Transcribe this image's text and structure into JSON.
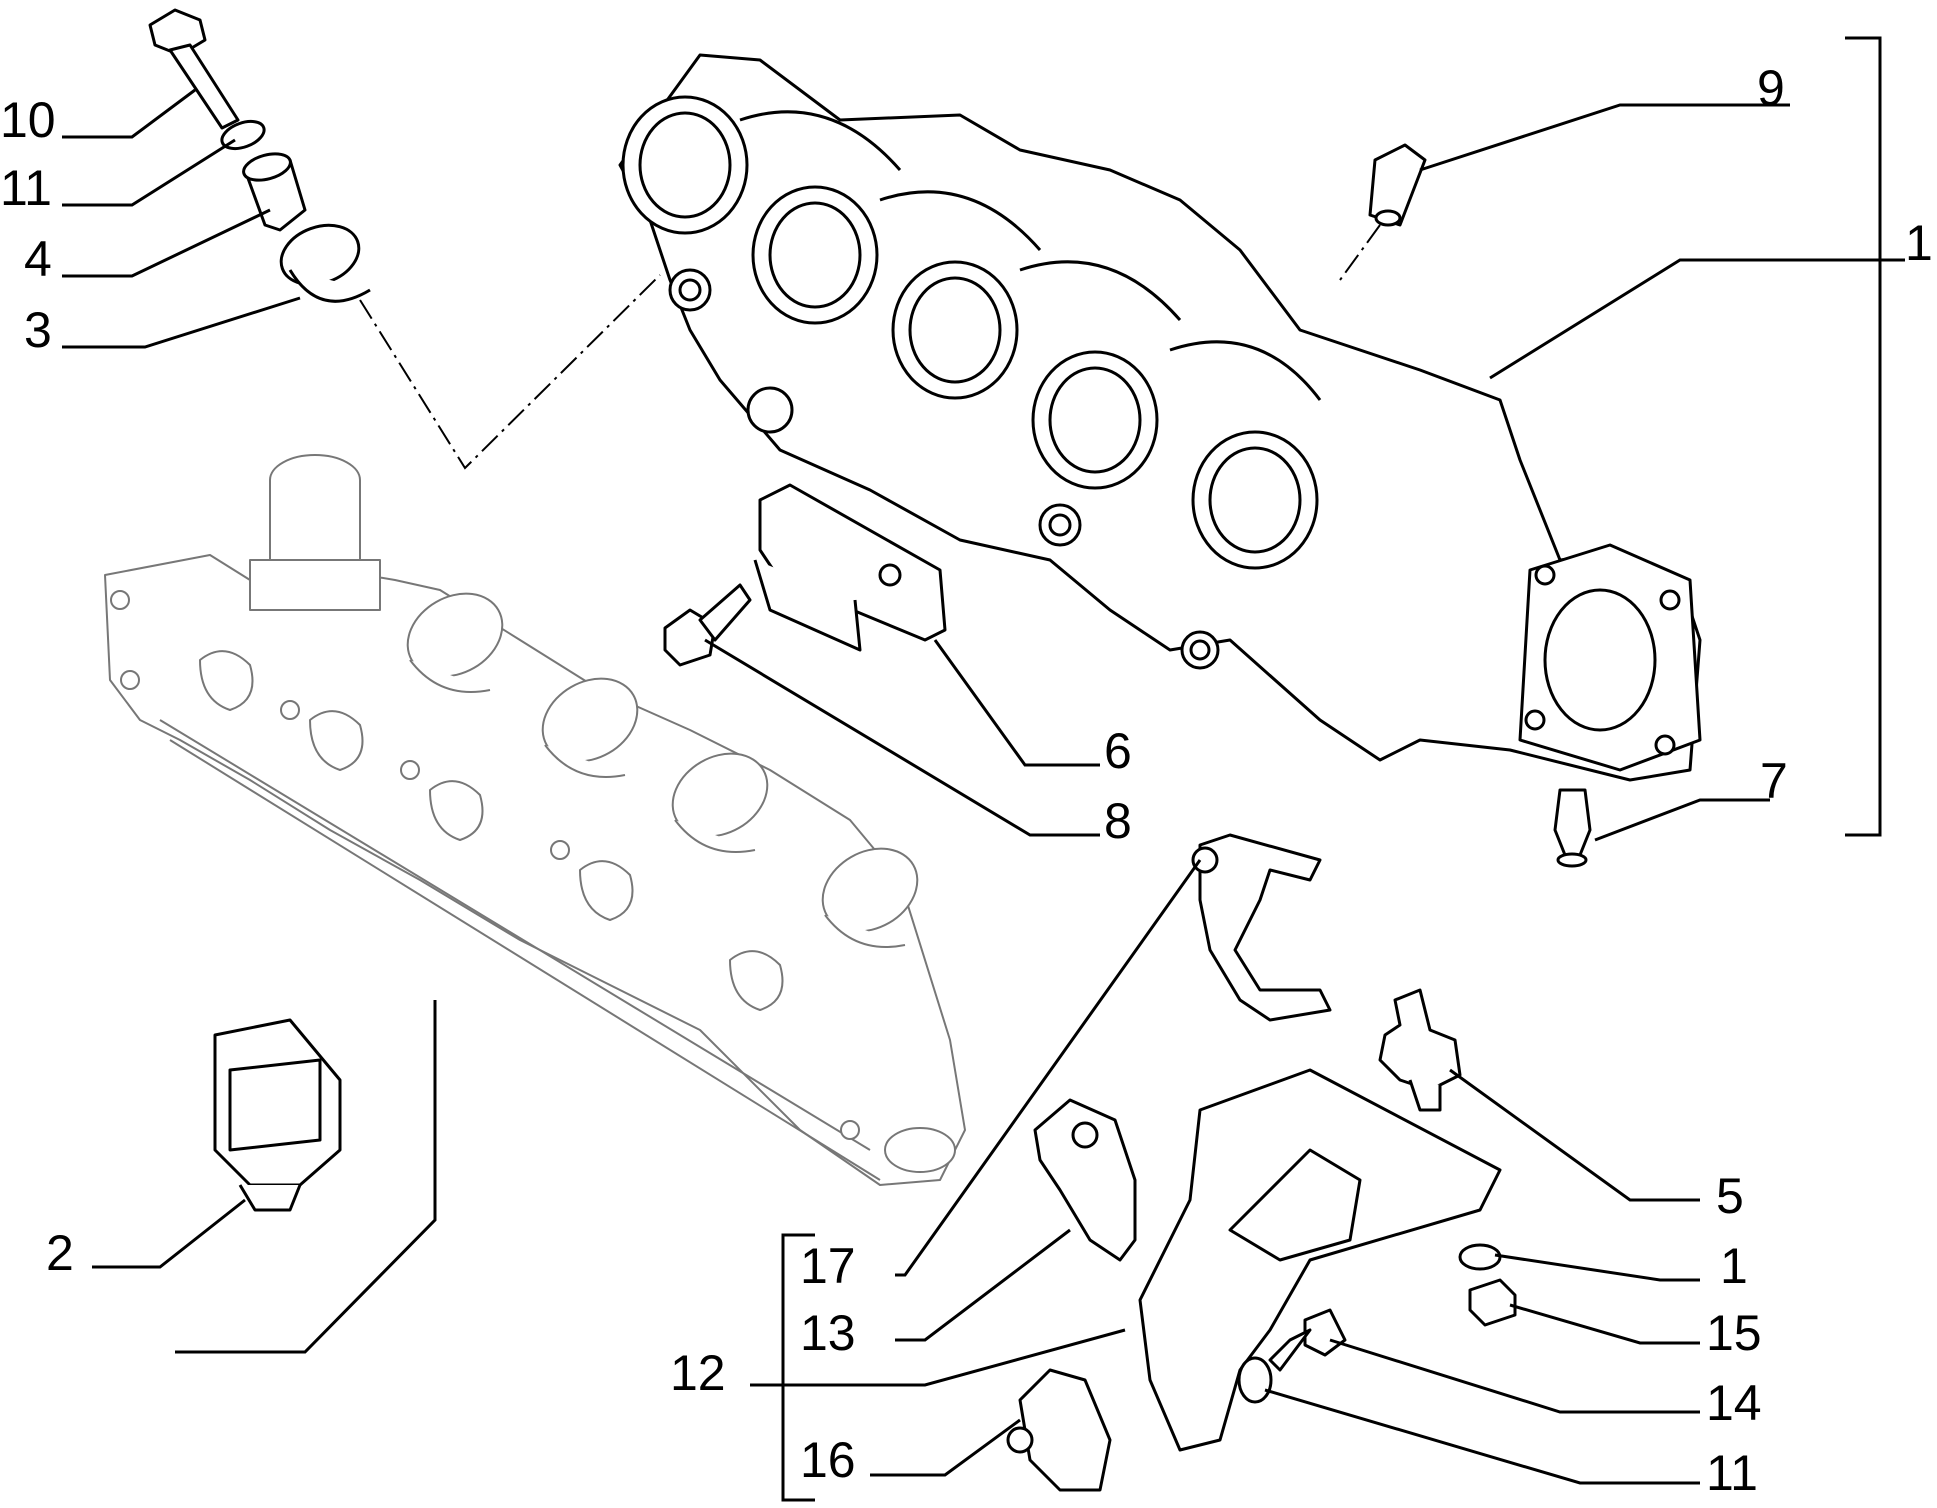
{
  "callouts": {
    "c10": "10",
    "c11a": "11",
    "c4": "4",
    "c3": "3",
    "c9": "9",
    "c1a": "1",
    "c6": "6",
    "c8": "8",
    "c7": "7",
    "c5": "5",
    "c2": "2",
    "c1b": "1",
    "c15": "15",
    "c17": "17",
    "c13": "13",
    "c12": "12",
    "c14": "14",
    "c16": "16",
    "c11b": "11"
  }
}
